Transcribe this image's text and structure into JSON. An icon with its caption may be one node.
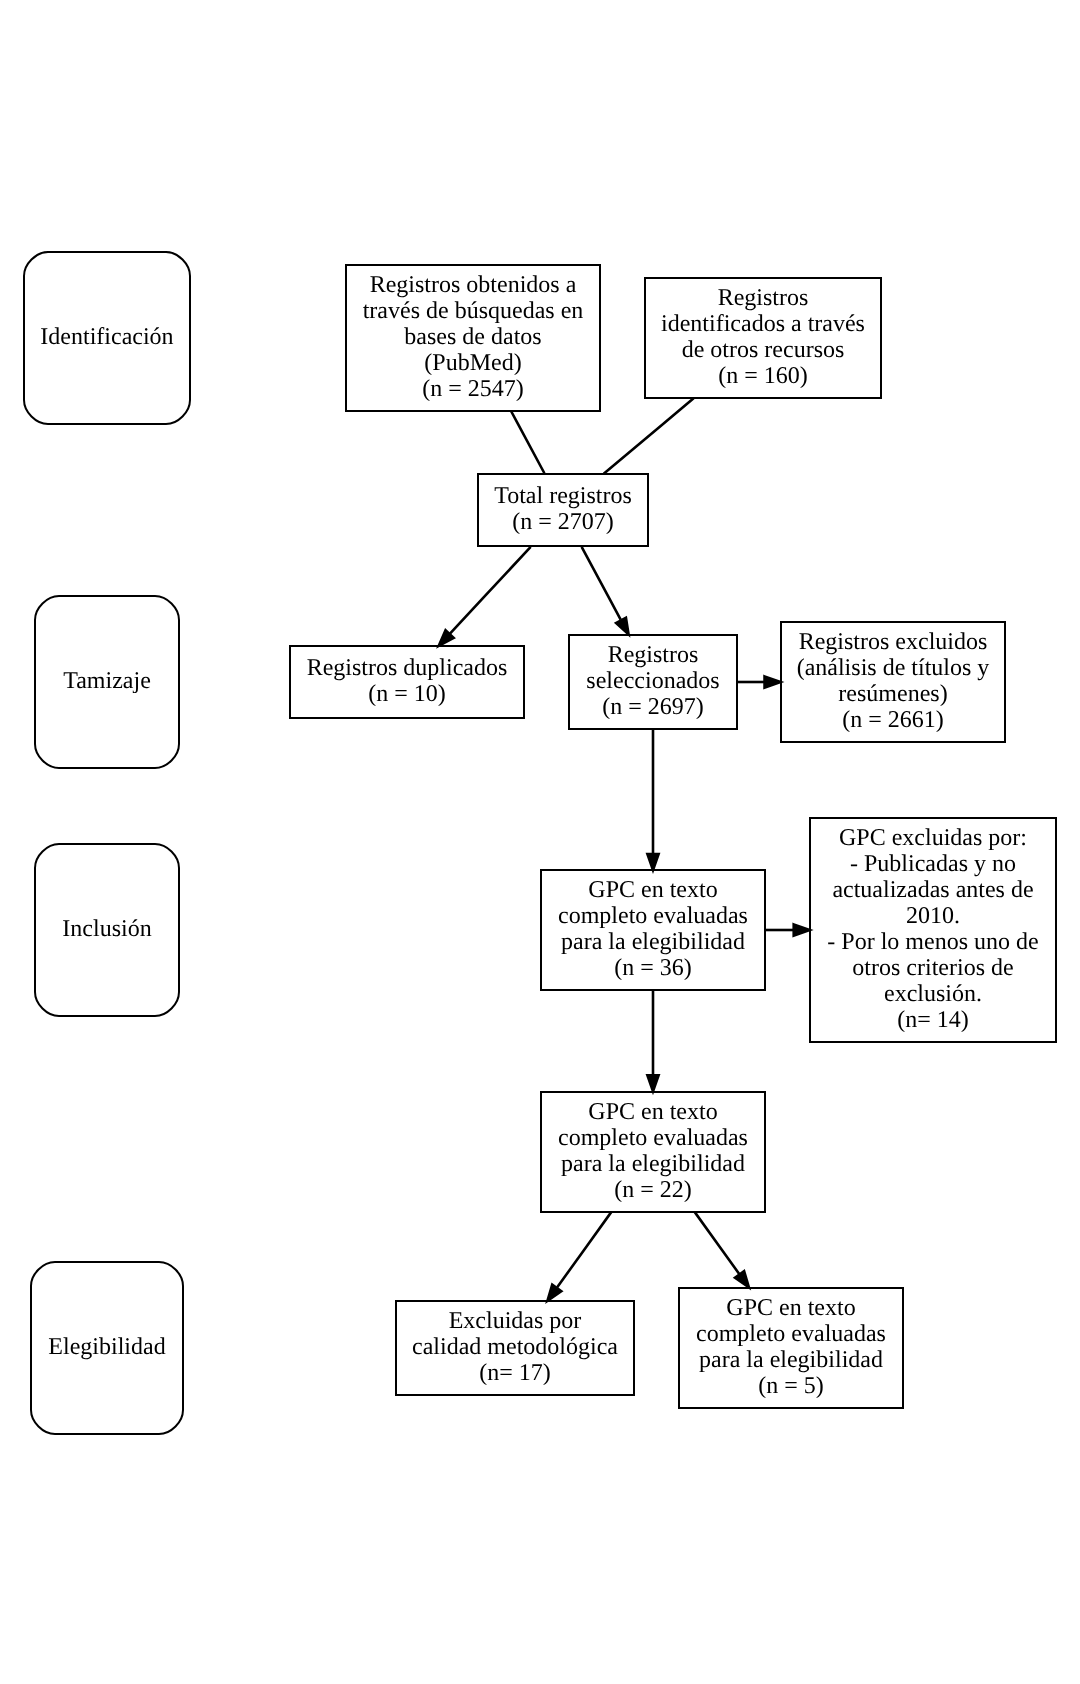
{
  "diagram": {
    "nodes": [
      {
        "text": [
          "Identificación"
        ]
      },
      {
        "text": [
          "Tamizaje"
        ]
      },
      {
        "text": [
          "Inclusión"
        ]
      },
      {
        "text": [
          "Elegibilidad"
        ]
      },
      {
        "text": [
          "Registros obtenidos a través de búsquedas en bases de datos (PubMed)",
          "(n = 2547)"
        ]
      },
      {
        "text": [
          "Registros identificados a través de otros recursos",
          "(n = 160)"
        ]
      },
      {
        "text": [
          "Total registros",
          "(n = 2707)"
        ]
      },
      {
        "text": [
          "Registros duplicados",
          "(n = 10)"
        ]
      },
      {
        "text": [
          "Registros seleccionados",
          "(n = 2697)"
        ]
      },
      {
        "text": [
          "Registros excluidos (análisis de títulos y resúmenes)",
          "(n = 2661)"
        ]
      },
      {
        "text": [
          "GPC en texto completo evaluadas para la elegibilidad",
          "(n = 36)"
        ]
      },
      {
        "text": [
          "GPC excluidas por:",
          "- Publicadas y no actualizadas antes de 2010.",
          "- Por lo menos uno de otros criterios de exclusión.",
          "(n= 14)"
        ]
      },
      {
        "text": [
          "GPC en texto completo evaluadas para la elegibilidad",
          "(n = 22)"
        ]
      },
      {
        "text": [
          "Excluidas por calidad metodológica",
          "(n= 17)"
        ]
      },
      {
        "text": [
          "GPC en texto completo evaluadas para la elegibilidad",
          "(n = 5)"
        ]
      }
    ],
    "edges": [
      {
        "from": 4,
        "to": 6,
        "arrow": "none"
      },
      {
        "from": 5,
        "to": 6,
        "arrow": "none"
      },
      {
        "from": 6,
        "to": 7,
        "arrow": "to"
      },
      {
        "from": 6,
        "to": 8,
        "arrow": "to"
      },
      {
        "from": 8,
        "to": 9,
        "arrow": "to"
      },
      {
        "from": 8,
        "to": 10,
        "arrow": "to"
      },
      {
        "from": 10,
        "to": 11,
        "arrow": "to"
      },
      {
        "from": 10,
        "to": 12,
        "arrow": "to"
      },
      {
        "from": 12,
        "to": 13,
        "arrow": "to"
      },
      {
        "from": 12,
        "to": 14,
        "arrow": "to"
      }
    ]
  }
}
